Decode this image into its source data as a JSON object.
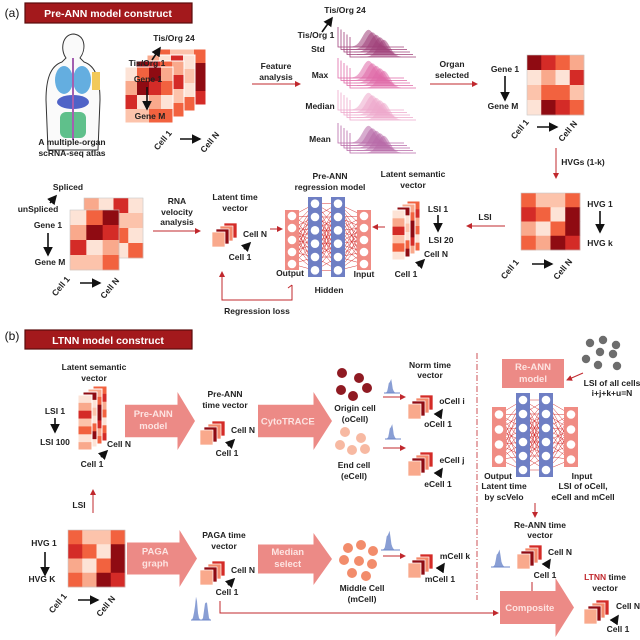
{
  "panel_a": {
    "label": "(a)",
    "banner": "Pre-ANN model construct",
    "atlas_caption": [
      "A multiple-organ",
      "scRNA-seq atlas"
    ],
    "stack_labels": {
      "top": "Tis/Org 24",
      "first": "Tis/Org 1",
      "gene_first": "Gene 1",
      "gene_last": "Gene M",
      "cell_first": "Cell 1",
      "cell_last": "Cell N"
    },
    "feature_analysis": [
      "Feature",
      "analysis"
    ],
    "dist_labels": {
      "top": "Tis/Org 24",
      "first": "Tis/Org 1",
      "std": "Std",
      "max": "Max",
      "median": "Median",
      "mean": "Mean"
    },
    "organ_selected": [
      "Organ",
      "selected"
    ],
    "organ_matrix": {
      "gene_first": "Gene 1",
      "gene_last": "Gene M",
      "cell_first": "Cell 1",
      "cell_last": "Cell N"
    },
    "hvgs": "HVGs (1-k)",
    "hvg_matrix": {
      "first": "HVG 1",
      "last": "HVG k",
      "cell_first": "Cell 1",
      "cell_last": "Cell N"
    },
    "lsi": "LSI",
    "latent_semantic": {
      "title": [
        "Latent semantic",
        "vector"
      ],
      "first": "LSI 1",
      "last": "LSI 20",
      "cell_last": "Cell N",
      "cell_first": "Cell 1"
    },
    "nn": {
      "title": [
        "Pre-ANN",
        "regression model"
      ],
      "output": "Output",
      "hidden": "Hidden",
      "input": "Input"
    },
    "latent_time": {
      "title": [
        "Latent time",
        "vector"
      ],
      "cell_last": "Cell N",
      "cell_first": "Cell 1"
    },
    "regression_loss": "Regression loss",
    "rna_velocity": [
      "RNA",
      "velocity",
      "analysis"
    ],
    "spliced_matrix": {
      "spliced": "Spliced",
      "unspliced": "unSpliced",
      "gene_first": "Gene 1",
      "gene_last": "Gene M",
      "cell_first": "Cell 1",
      "cell_last": "Cell N"
    }
  },
  "panel_b": {
    "label": "(b)",
    "banner": "LTNN model construct",
    "latent_semantic": {
      "title": [
        "Latent semantic",
        "vector"
      ],
      "first": "LSI 1",
      "last": "LSI 100",
      "cell_last": "Cell N",
      "cell_first": "Cell 1"
    },
    "lsi": "LSI",
    "hvg_matrix": {
      "first": "HVG 1",
      "last": "HVG K",
      "cell_first": "Cell 1",
      "cell_last": "Cell N"
    },
    "pre_ann_model": [
      "Pre-ANN",
      "model"
    ],
    "pre_ann_time": {
      "title": [
        "Pre-ANN",
        "time vector"
      ],
      "cell_last": "Cell N",
      "cell_first": "Cell 1"
    },
    "cytotrace": "CytoTRACE",
    "origin_cell": [
      "Origin cell",
      "(oCell)"
    ],
    "end_cell": [
      "End cell",
      "(eCell)"
    ],
    "norm_time": [
      "Norm time",
      "vector"
    ],
    "ocell": {
      "last": "oCell i",
      "first": "oCell 1"
    },
    "ecell": {
      "last": "eCell j",
      "first": "eCell 1"
    },
    "paga_graph": [
      "PAGA",
      "graph"
    ],
    "paga_time": {
      "title": [
        "PAGA time",
        "vector"
      ],
      "cell_last": "Cell N",
      "cell_first": "Cell 1"
    },
    "median_select": [
      "Median",
      "select"
    ],
    "middle_cell": [
      "Middle Cell",
      "(mCell)"
    ],
    "mcell": {
      "last": "mCell k",
      "first": "mCell 1"
    },
    "re_ann_model": [
      "Re-ANN",
      "model"
    ],
    "all_cells": [
      "LSI of all cells",
      "i+j+k+u=N"
    ],
    "nn": {
      "output": "Output",
      "input": "Input",
      "output_desc": [
        "Latent time",
        "by scVelo"
      ],
      "input_desc": [
        "LSI of oCell,",
        "eCell and mCell"
      ]
    },
    "re_ann_time": {
      "title": [
        "Re-ANN  time",
        "vector"
      ],
      "cell_last": "Cell N",
      "cell_first": "Cell 1"
    },
    "composite": "Composite",
    "ltnn_time": {
      "title_red": "LTNN",
      "title_rest": " time",
      "title2": "vector",
      "cell_last": "Cell N",
      "cell_first": "Cell 1"
    }
  },
  "colors": {
    "banner": "#a3191c",
    "arrow": "#c0282d",
    "big_arrow": "#ec8a86",
    "hidden": "#6f7fc4",
    "node": "#f08c84",
    "hist": "#6b86c9",
    "grey_cell": "#6d6d6d"
  }
}
